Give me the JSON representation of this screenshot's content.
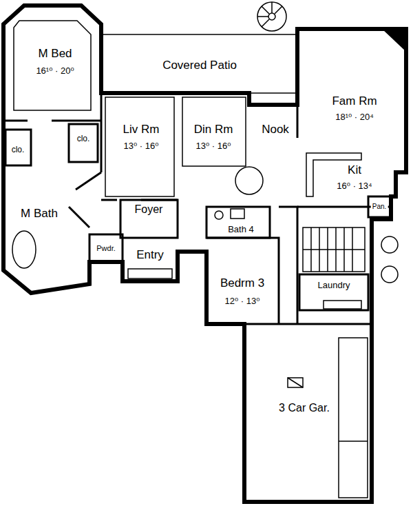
{
  "diagram": {
    "labels": [
      "M Bed",
      "16¹⁰ · 20⁰",
      "Covered Patio",
      "Fam Rm",
      "18¹⁰ · 20⁴",
      "Liv Rm",
      "13⁰ · 16⁰",
      "Din Rm",
      "13⁰ · 16⁰",
      "Nook",
      "clo.",
      "clo.",
      "Kit",
      "16⁰ · 13⁴",
      "M Bath",
      "Foyer",
      "Pan.",
      "Bath 4",
      "Pwdr.",
      "Entry",
      "Bedrm 3",
      "12⁰ · 13⁰",
      "Laundry",
      "3 Car Gar."
    ]
  }
}
